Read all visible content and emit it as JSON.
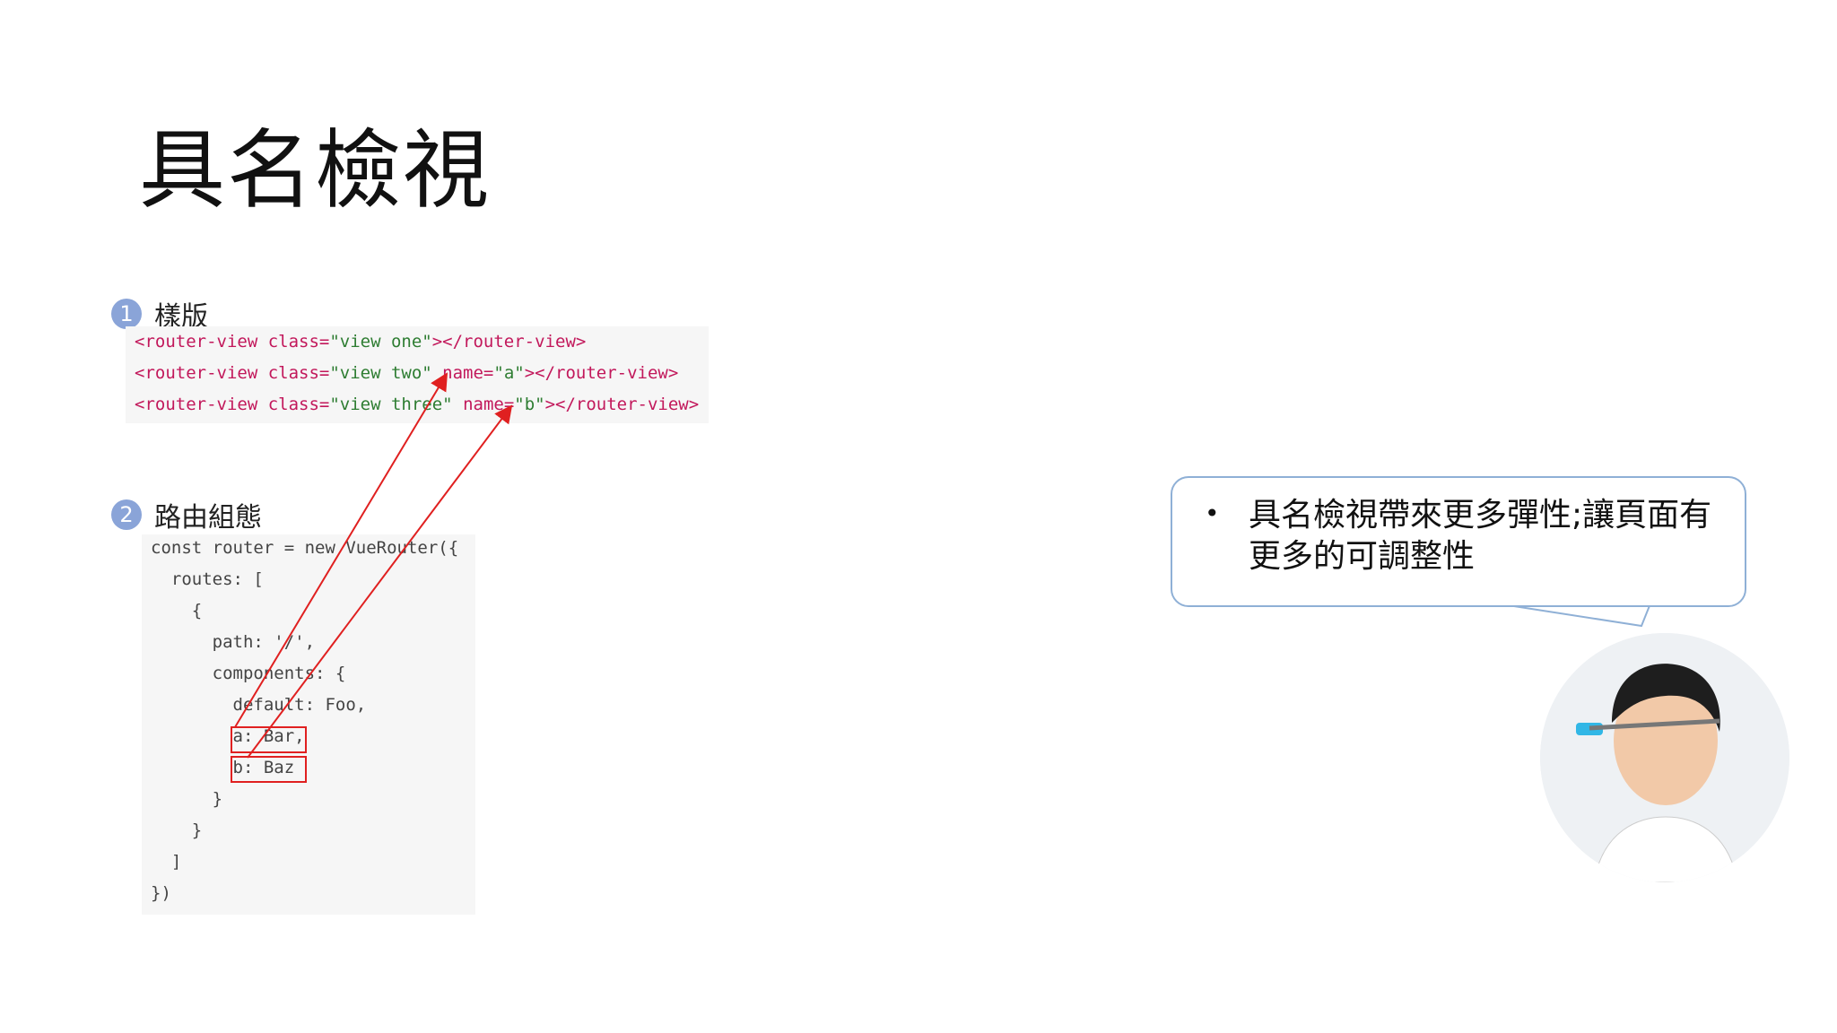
{
  "slide": {
    "title": "具名檢視"
  },
  "sections": [
    {
      "number": "1",
      "label": "樣版"
    },
    {
      "number": "2",
      "label": "路由組態"
    }
  ],
  "template_code": {
    "lines": [
      [
        "<router-view class=",
        "\"view one\"",
        "></router-view>"
      ],
      [
        "<router-view class=",
        "\"view two\"",
        " name=",
        "\"a\"",
        "></router-view>"
      ],
      [
        "<router-view class=",
        "\"view three\"",
        " name=",
        "\"b\"",
        "></router-view>"
      ]
    ]
  },
  "config_code": {
    "lines": [
      "const router = new VueRouter({",
      "  routes: [",
      "    {",
      "      path: '/',",
      "      components: {",
      "        default: Foo,",
      "        a: Bar,",
      "        b: Baz",
      "      }",
      "    }",
      "  ]",
      "})"
    ]
  },
  "bubble": {
    "bullet": "•",
    "text": "具名檢視帶來更多彈性;讓頁面有更多的可調整性"
  },
  "colors": {
    "badge": "#8aa4d8",
    "arrow": "#e02020",
    "bubble_border": "#8fb0d6"
  },
  "icons": {
    "avatar": "presenter-avatar-icon"
  }
}
